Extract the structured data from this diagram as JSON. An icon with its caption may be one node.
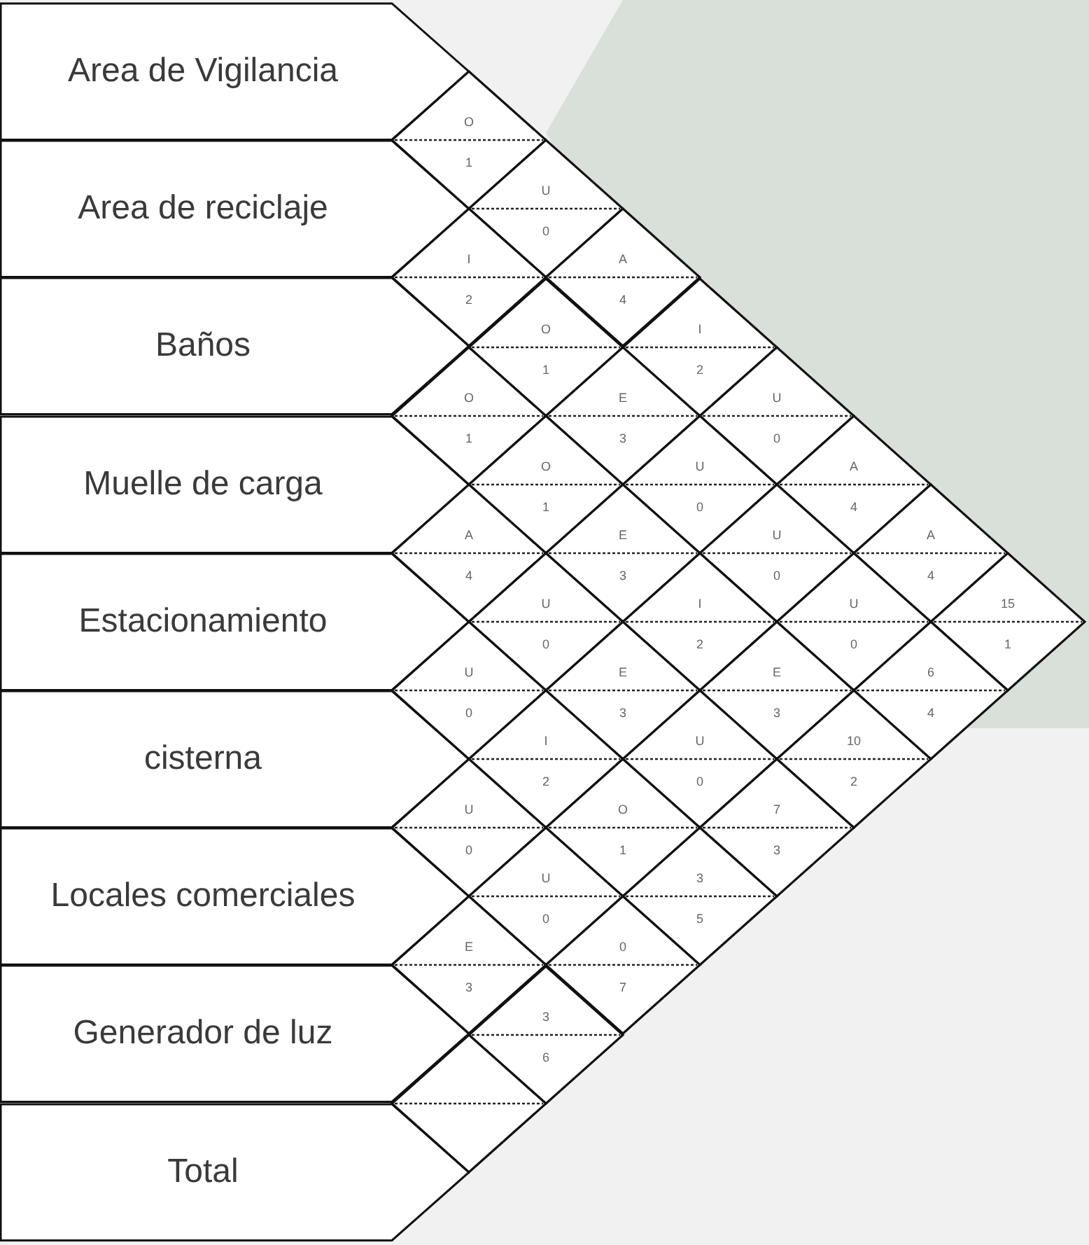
{
  "diagram": {
    "nodes": [
      {
        "text": [
          "Area de Vigilancia"
        ]
      },
      {
        "text": [
          "Area de reciclaje"
        ]
      },
      {
        "text": [
          "Baños"
        ]
      },
      {
        "text": [
          "Muelle de carga"
        ]
      },
      {
        "text": [
          "Estacionamiento"
        ]
      },
      {
        "text": [
          "cisterna"
        ]
      },
      {
        "text": [
          "Locales comerciales"
        ]
      },
      {
        "text": [
          "Generador de luz"
        ]
      },
      {
        "text": [
          "Total"
        ]
      },
      {
        "text": [
          "O",
          "1"
        ]
      },
      {
        "text": [
          "U",
          "0"
        ]
      },
      {
        "text": [
          "I",
          "2"
        ]
      },
      {
        "text": [
          "A",
          "4"
        ]
      },
      {
        "text": [
          "O",
          "1"
        ]
      },
      {
        "text": [
          "I",
          "2"
        ]
      },
      {
        "text": [
          "O",
          "1"
        ]
      },
      {
        "text": [
          "E",
          "3"
        ]
      },
      {
        "text": [
          "U",
          "0"
        ]
      },
      {
        "text": [
          "O",
          "1"
        ]
      },
      {
        "text": [
          "U",
          "0"
        ]
      },
      {
        "text": [
          "A",
          "4"
        ]
      },
      {
        "text": [
          "A",
          "4"
        ]
      },
      {
        "text": [
          "E",
          "3"
        ]
      },
      {
        "text": [
          "U",
          "0"
        ]
      },
      {
        "text": [
          "A",
          "4"
        ]
      },
      {
        "text": [
          "U",
          "0"
        ]
      },
      {
        "text": [
          "I",
          "2"
        ]
      },
      {
        "text": [
          "U",
          "0"
        ]
      },
      {
        "text": [
          "15",
          "1"
        ]
      },
      {
        "text": [
          "U",
          "0"
        ]
      },
      {
        "text": [
          "E",
          "3"
        ]
      },
      {
        "text": [
          "E",
          "3"
        ]
      },
      {
        "text": [
          "6",
          "4"
        ]
      },
      {
        "text": [
          "I",
          "2"
        ]
      },
      {
        "text": [
          "U",
          "0"
        ]
      },
      {
        "text": [
          "10",
          "2"
        ]
      },
      {
        "text": [
          "U",
          "0"
        ]
      },
      {
        "text": [
          "O",
          "1"
        ]
      },
      {
        "text": [
          "7",
          "3"
        ]
      },
      {
        "text": [
          "U",
          "0"
        ]
      },
      {
        "text": [
          "3",
          "5"
        ]
      },
      {
        "text": [
          "E",
          "3"
        ]
      },
      {
        "text": [
          "0",
          "7"
        ]
      },
      {
        "text": [
          "3",
          "6"
        ]
      },
      {
        "text": [],
        "shape": "diamond"
      }
    ]
  }
}
